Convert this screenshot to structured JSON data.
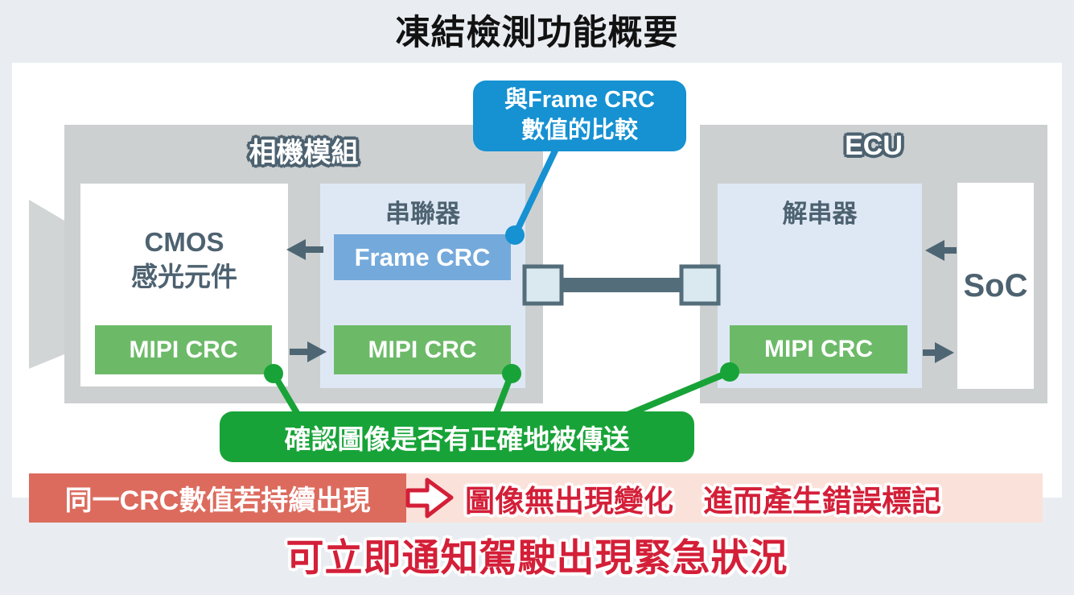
{
  "title": "凍結檢測功能概要",
  "camera_module": {
    "label": "相機模組",
    "cmos": {
      "name_line1": "CMOS",
      "name_line2": "感光元件",
      "mipi_crc": "MIPI CRC"
    },
    "serializer": {
      "label": "串聯器",
      "frame_crc": "Frame CRC",
      "mipi_crc": "MIPI CRC"
    }
  },
  "ecu": {
    "label": "ECU",
    "deserializer": {
      "label": "解串器",
      "mipi_crc": "MIPI CRC"
    },
    "soc_label": "SoC"
  },
  "callouts": {
    "frame_crc": {
      "line1": "與Frame CRC",
      "line2": "數值的比較"
    },
    "mipi_crc": "確認圖像是否有正確地被傳送"
  },
  "bottom": {
    "condition": "同一CRC數值若持續出現",
    "result": "圖像無出現變化　進而產生錯誤標記",
    "conclusion": "可立即通知駕駛出現緊急狀況"
  },
  "colors": {
    "page_background": "#e9edf1",
    "panel_white": "#ffffff",
    "module_gray": "#cdd0d1",
    "inner_blue": "#dee8f5",
    "frame_crc_blue": "#74a9db",
    "mipi_green": "#6cba68",
    "accent_green": "#18a338",
    "accent_blue": "#1691d2",
    "slate_text": "#4d6270",
    "salmon_red": "#dc6b5e",
    "crimson": "#d41f38",
    "pink_strip": "#fae2da"
  }
}
